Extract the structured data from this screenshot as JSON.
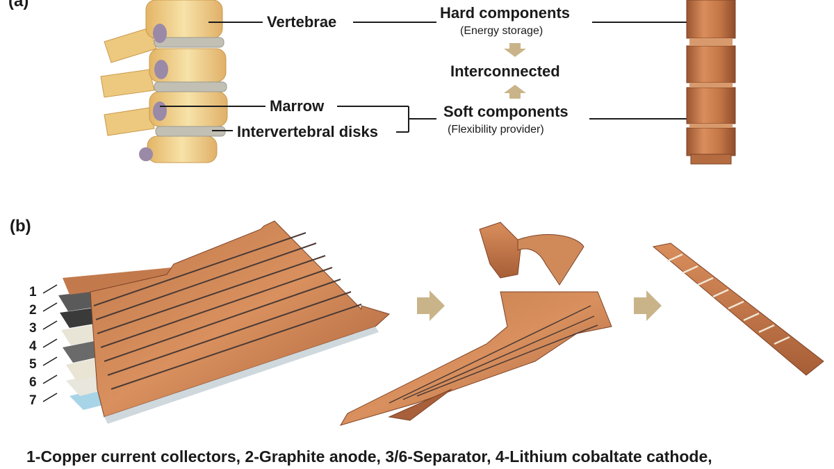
{
  "panel_a": {
    "label": "(a)",
    "spine_labels": {
      "vertebrae": "Vertebrae",
      "marrow": "Marrow",
      "disks": "Intervertebral disks"
    },
    "concept": {
      "hard_title": "Hard components",
      "hard_sub": "(Energy storage)",
      "middle": "Interconnected",
      "soft_title": "Soft components",
      "soft_sub": "(Flexibility provider)"
    }
  },
  "panel_b": {
    "label": "(b)",
    "layers": [
      "1",
      "2",
      "3",
      "4",
      "5",
      "6",
      "7"
    ]
  },
  "caption": "1-Copper current collectors, 2-Graphite anode, 3/6-Separator, 4-Lithium cobaltate cathode,",
  "colors": {
    "copper": "#c87a4a",
    "copper_dark": "#9a5531",
    "bone": "#f0d08a",
    "disk": "#b9b9b0",
    "marrow": "#9a8aa8",
    "arrow": "#c9b48a",
    "text": "#1a1a1a"
  }
}
